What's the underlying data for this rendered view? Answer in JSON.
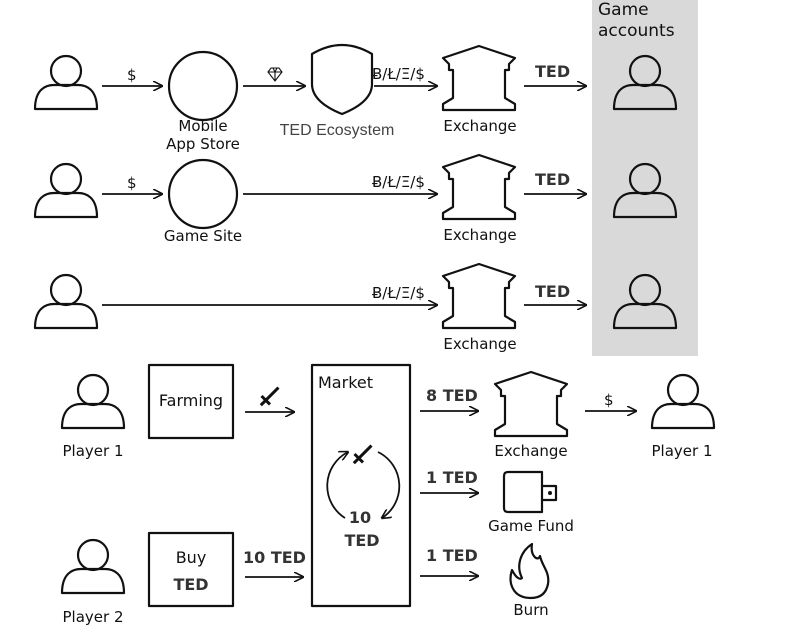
{
  "top": {
    "game_accounts_label_line1": "Game",
    "game_accounts_label_line2": "accounts",
    "row1": {
      "arrow1_label": "$",
      "store_label_line1": "Mobile",
      "store_label_line2": "App Store",
      "arrow2_label": "gem-icon",
      "ecosystem_label": "TED Ecosystem",
      "arrow3_label": "Ƀ/Ł/Ξ/$",
      "exchange_label": "Exchange",
      "arrow4_label": "TED"
    },
    "row2": {
      "arrow1_label": "$",
      "site_label": "Game Site",
      "arrow2_label": "Ƀ/Ł/Ξ/$",
      "exchange_label": "Exchange",
      "arrow3_label": "TED"
    },
    "row3": {
      "arrow1_label": "Ƀ/Ł/Ξ/$",
      "exchange_label": "Exchange",
      "arrow2_label": "TED"
    }
  },
  "bottom": {
    "player1_label": "Player 1",
    "player2_label": "Player 2",
    "farming_label": "Farming",
    "buy_label_line1": "Buy",
    "buy_label_line2": "TED",
    "buy_arrow_label": "10 TED",
    "market_label": "Market",
    "market_price_line1": "10",
    "market_price_line2": "TED",
    "out1_label": "8 TED",
    "exchange_label": "Exchange",
    "out1b_label": "$",
    "player1_out_label": "Player 1",
    "out2_label": "1 TED",
    "fund_label": "Game Fund",
    "out3_label": "1 TED",
    "burn_label": "Burn"
  },
  "colors": {
    "panel_gray": "#d9d9d9",
    "ink": "#111111"
  }
}
